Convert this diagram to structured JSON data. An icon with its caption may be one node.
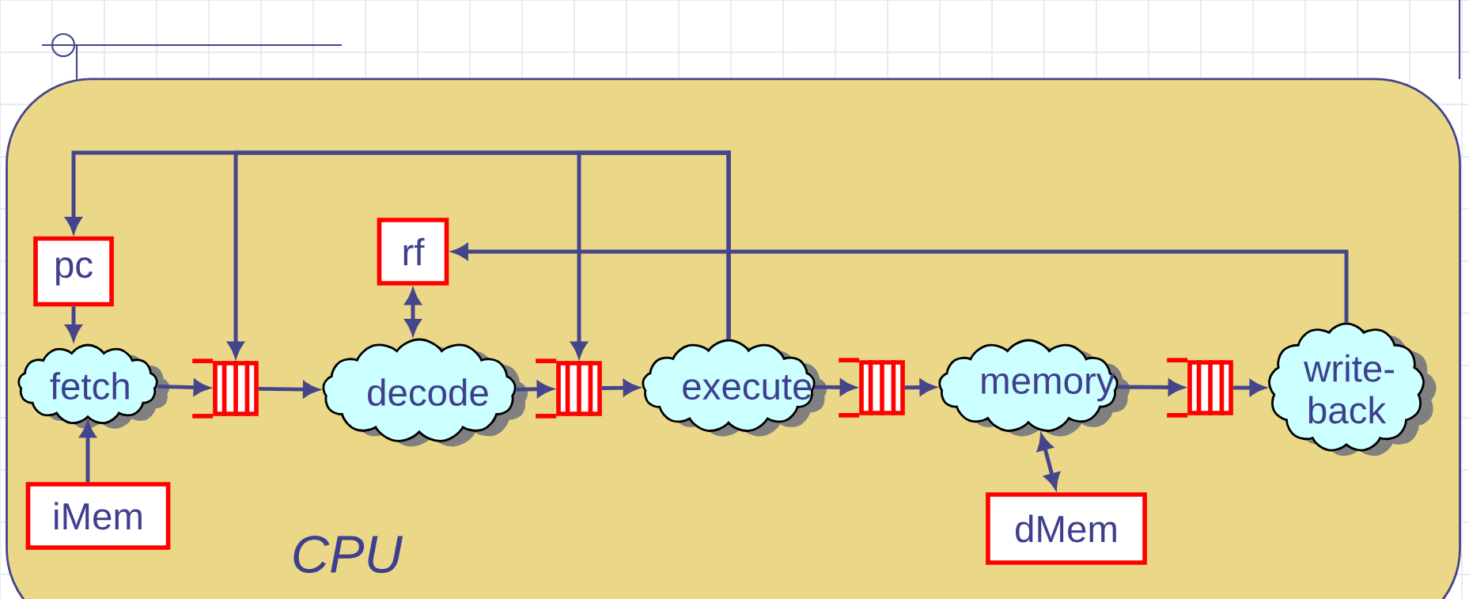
{
  "diagram": {
    "nodes": [
      {
        "text": [
          "CPU"
        ]
      },
      {
        "text": [
          "pc"
        ],
        "in": 0
      },
      {
        "text": [
          "rf"
        ],
        "in": 0
      },
      {
        "text": [
          "fetch"
        ],
        "in": 0
      },
      {
        "text": [],
        "shape": "queue",
        "in": 0
      },
      {
        "text": [
          "decode"
        ],
        "in": 0
      },
      {
        "text": [],
        "shape": "queue",
        "in": 0
      },
      {
        "text": [
          "execute"
        ],
        "in": 0
      },
      {
        "text": [],
        "shape": "queue",
        "in": 0
      },
      {
        "text": [
          "memory"
        ],
        "in": 0
      },
      {
        "text": [],
        "shape": "queue",
        "in": 0
      },
      {
        "text": [
          "write- back"
        ],
        "in": 0
      },
      {
        "text": [
          "iMem"
        ],
        "in": 0
      },
      {
        "text": [
          "dMem"
        ],
        "in": 0
      }
    ],
    "edges": [
      {
        "from": 1,
        "to": 3,
        "arrow": "to"
      },
      {
        "from": 12,
        "to": 3,
        "arrow": "to"
      },
      {
        "from": 3,
        "to": 4,
        "arrow": "to"
      },
      {
        "from": 4,
        "to": 5,
        "arrow": "to"
      },
      {
        "from": 5,
        "to": 2,
        "arrow": "both"
      },
      {
        "from": 5,
        "to": 6,
        "arrow": "to"
      },
      {
        "from": 6,
        "to": 7,
        "arrow": "to"
      },
      {
        "from": 7,
        "to": 8,
        "arrow": "to"
      },
      {
        "from": 8,
        "to": 9,
        "arrow": "to"
      },
      {
        "from": 9,
        "to": 13,
        "arrow": "both"
      },
      {
        "from": 9,
        "to": 10,
        "arrow": "to"
      },
      {
        "from": 10,
        "to": 11,
        "arrow": "to"
      },
      {
        "from": 11,
        "to": 2,
        "arrow": "to"
      },
      {
        "from": 7,
        "to": 1,
        "arrow": "to"
      },
      {
        "from": 7,
        "to": 4,
        "arrow": "to"
      },
      {
        "from": 7,
        "to": 6,
        "arrow": "to"
      }
    ]
  }
}
